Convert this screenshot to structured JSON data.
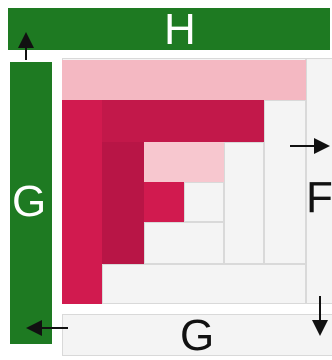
{
  "labels": {
    "top_strip": "H",
    "left_strip": "G",
    "right_strip": "F",
    "bottom_strip": "G"
  },
  "colors": {
    "green": "#1e7a22",
    "light_pink": "#f4b8c2",
    "crimson": "#d11a4f",
    "dark_crimson": "#b81546",
    "pale_pink": "#f7c7cf",
    "white": "#f4f4f4"
  }
}
